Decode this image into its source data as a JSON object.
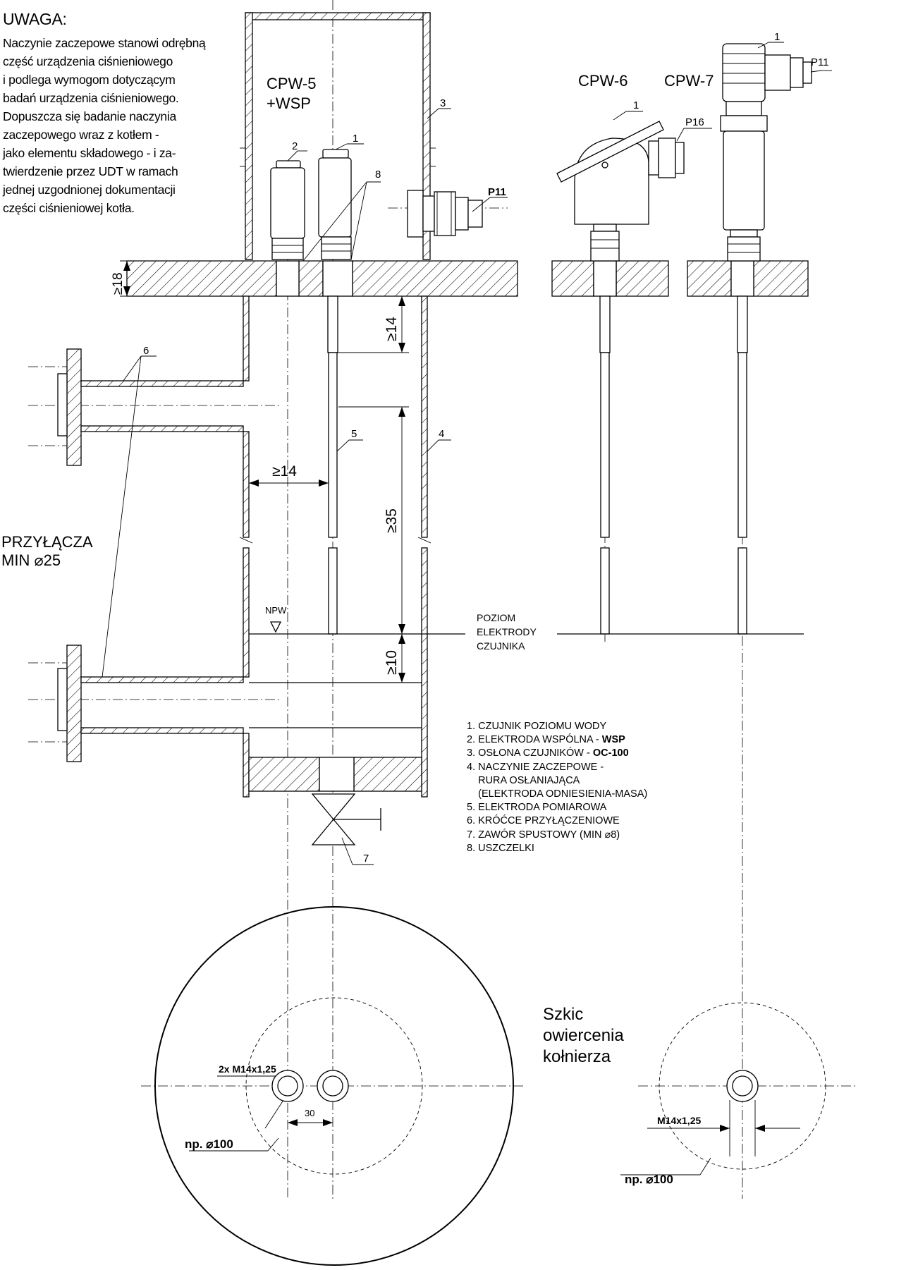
{
  "note": {
    "title": "UWAGA:",
    "lines": [
      "Naczynie zaczepowe stanowi odrębną",
      "część urządzenia ciśnieniowego",
      "i podlega wymogom dotyczącym",
      "badań urządzenia ciśnieniowego.",
      "Dopuszcza się badanie naczynia",
      "zaczepowego wraz z kotłem -",
      "jako elementu składowego - i za-",
      "twierdzenie przez UDT w ramach",
      "jednej uzgodnionej dokumentacji",
      "części ciśnieniowej kotła."
    ]
  },
  "variants": {
    "cpw5": "CPW-5",
    "cpw5_sub": "+WSP",
    "cpw6": "CPW-6",
    "cpw7": "CPW-7"
  },
  "callouts": {
    "n1": "1",
    "n2": "2",
    "n3": "3",
    "n4": "4",
    "n5": "5",
    "n6": "6",
    "n7": "7",
    "n8": "8",
    "p11": "P11",
    "p16": "P16"
  },
  "dimensions": {
    "d18": "≥18",
    "d14v": "≥14",
    "d14h": "≥14",
    "d35": "≥35",
    "d10": "≥10",
    "d30": "30"
  },
  "labels": {
    "przylacza_1": "PRZYŁĄCZA",
    "przylacza_2": "MIN ⌀25",
    "npw": "NPW",
    "level_1": "POZIOM",
    "level_2": "ELEKTRODY",
    "level_3": "CZUJNIKA",
    "sketch_1": "Szkic",
    "sketch_2": "owiercenia",
    "sketch_3": "kołnierza",
    "thread_double": "2x M14x1,25",
    "thread_single": "M14x1,25",
    "diam_left": "np. ⌀100",
    "diam_right": "np. ⌀100"
  },
  "legend": [
    {
      "text": "1. CZUJNIK POZIOMU WODY",
      "bold": ""
    },
    {
      "text": "2. ELEKTRODA WSPÓLNA - ",
      "bold": "WSP"
    },
    {
      "text": "3. OSŁONA CZUJNIKÓW - ",
      "bold": "OC-100"
    },
    {
      "text": "4. NACZYNIE ZACZEPOWE -",
      "bold": ""
    },
    {
      "text": "    RURA OSŁANIAJĄCA",
      "bold": ""
    },
    {
      "text": "    (ELEKTRODA ODNIESIENIA-MASA)",
      "bold": ""
    },
    {
      "text": "5. ELEKTRODA POMIAROWA",
      "bold": ""
    },
    {
      "text": "6. KRÓĆCE PRZYŁĄCZENIOWE",
      "bold": ""
    },
    {
      "text": "7. ZAWÓR SPUSTOWY (MIN ⌀8)",
      "bold": ""
    },
    {
      "text": "8. USZCZELKI",
      "bold": ""
    }
  ]
}
